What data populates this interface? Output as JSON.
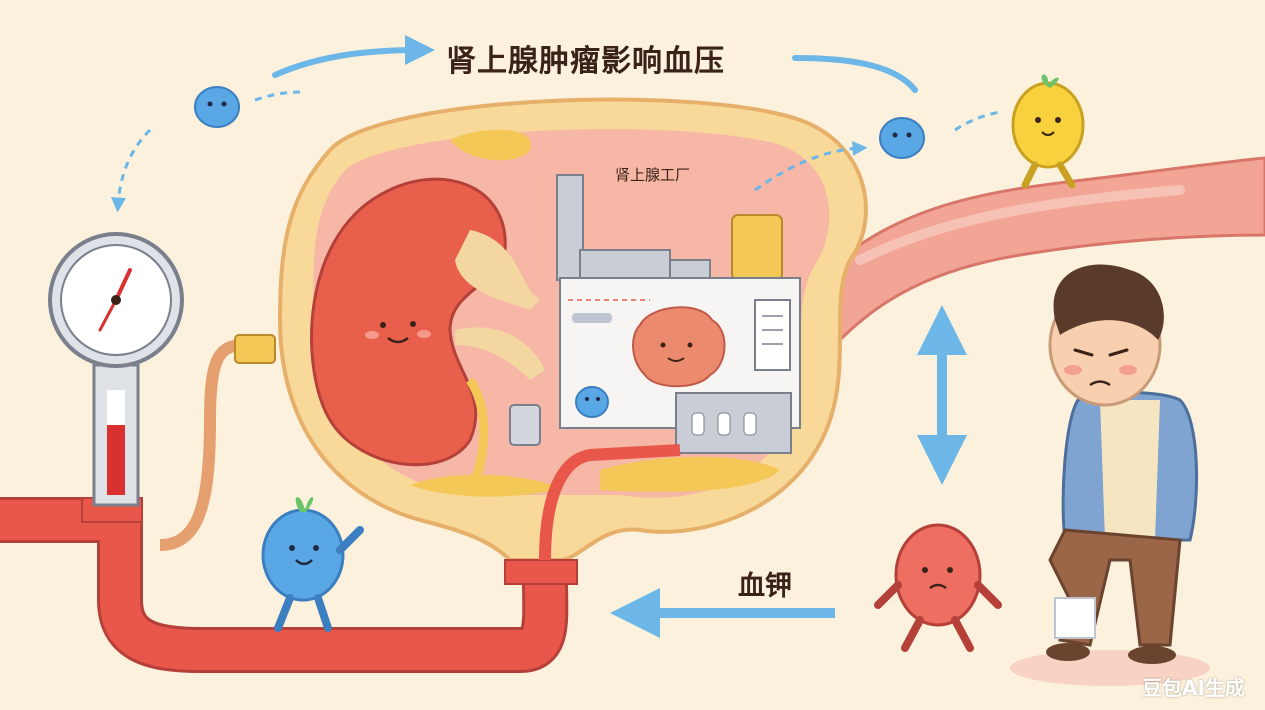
{
  "title": "肾上腺肿瘤影响血压",
  "factory_label": "肾上腺工厂",
  "potassium_label": "血钾",
  "watermark": "豆包AI生成",
  "colors": {
    "background": "#fbf1dc",
    "pipe": "#e8574a",
    "vessel": "#f3a595",
    "kidney": "#e8604c",
    "fat": "#f4c857",
    "arrow": "#6cb6e8",
    "gauge_fill": "#d93030"
  },
  "characters": [
    {
      "name": "blue-droplet-character",
      "color": "#5aa7e6"
    },
    {
      "name": "yellow-fruit-character",
      "color": "#f7d23e"
    },
    {
      "name": "red-bean-character",
      "color": "#ee6e62"
    },
    {
      "name": "tired-man-character",
      "color": "#7fa4d2"
    }
  ],
  "icons": [
    "pressure-gauge-icon",
    "factory-icon",
    "tumor-icon",
    "kidney-icon",
    "double-arrow-icon"
  ]
}
